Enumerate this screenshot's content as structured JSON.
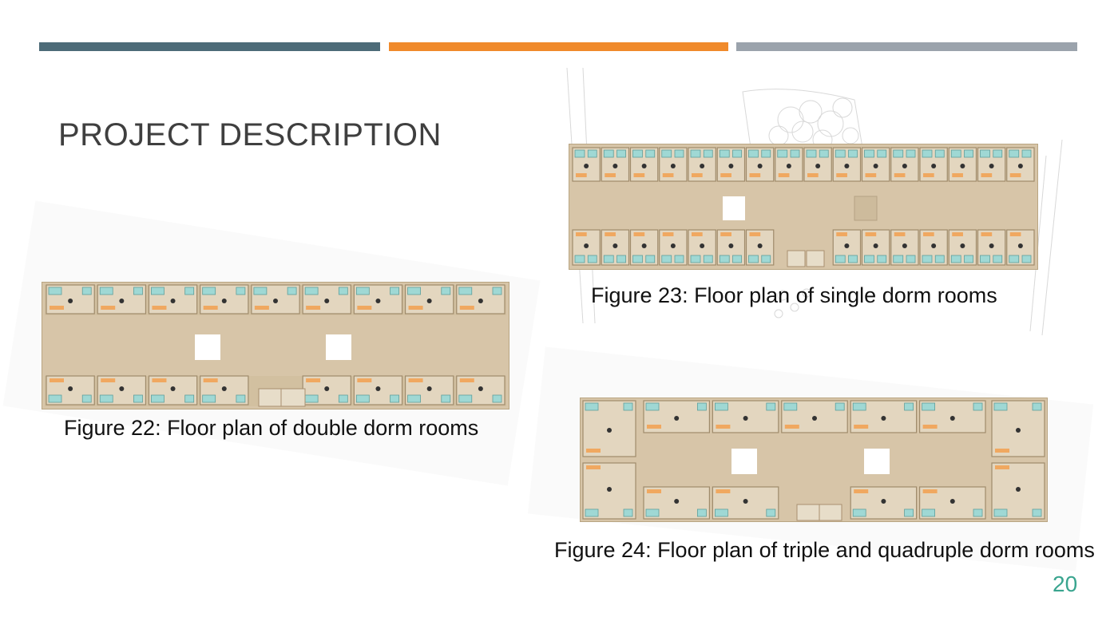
{
  "slide": {
    "title": "PROJECT DESCRIPTION",
    "page_number": "20",
    "accent_colors": [
      "#4d6b78",
      "#f08a2b",
      "#9ba3ac"
    ]
  },
  "figures": [
    {
      "caption": "Figure 22: Floor plan of double dorm rooms"
    },
    {
      "caption": "Figure 23: Floor plan of single dorm rooms"
    },
    {
      "caption": "Figure 24: Floor plan of triple and quadruple dorm rooms"
    }
  ]
}
